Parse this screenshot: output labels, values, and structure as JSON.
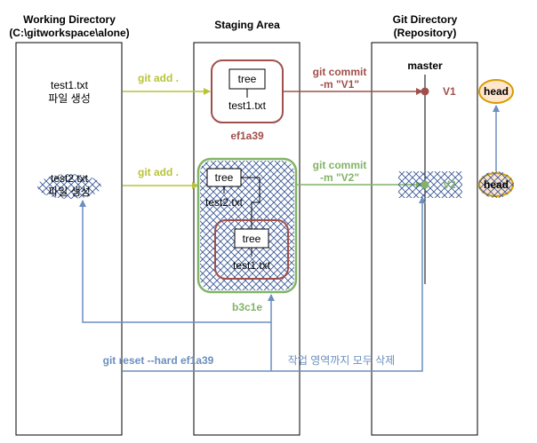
{
  "columns": {
    "working": {
      "title1": "Working Directory",
      "title2": "(C:\\gitworkspace\\alone)"
    },
    "staging": {
      "title": "Staging Area"
    },
    "git": {
      "title1": "Git Directory",
      "title2": "(Repository)"
    }
  },
  "working_files": {
    "file1": {
      "name": "test1.txt",
      "desc": "파일 생성"
    },
    "file2": {
      "name": "test2.txt",
      "desc": "파일 생성"
    }
  },
  "commands": {
    "add1": "git add .",
    "add2": "git add .",
    "commit1_a": "git commit",
    "commit1_b": "-m \"V1\"",
    "commit2_a": "git commit",
    "commit2_b": "-m \"V2\"",
    "reset": "git reset --hard ef1a39",
    "reset_note": "작업 영역까지 모두 삭제"
  },
  "staging": {
    "tree1": {
      "tree": "tree",
      "file": "test1.txt",
      "hash": "ef1a39"
    },
    "tree2": {
      "tree": "tree",
      "file": "test2.txt",
      "hash": "b3c1e",
      "inner": {
        "tree": "tree",
        "file": "test1.txt"
      }
    }
  },
  "repo": {
    "branch": "master",
    "v1": "V1",
    "v2": "V2",
    "head1": "head",
    "head2": "head"
  },
  "colors": {
    "yellow_green": "#b9c339",
    "red_brown": "#a0504c",
    "green": "#82b366",
    "blue": "#6c8ebf",
    "hatch": "#3b5998",
    "head_fill": "#ffe6cc",
    "head_stroke": "#d79b00"
  }
}
